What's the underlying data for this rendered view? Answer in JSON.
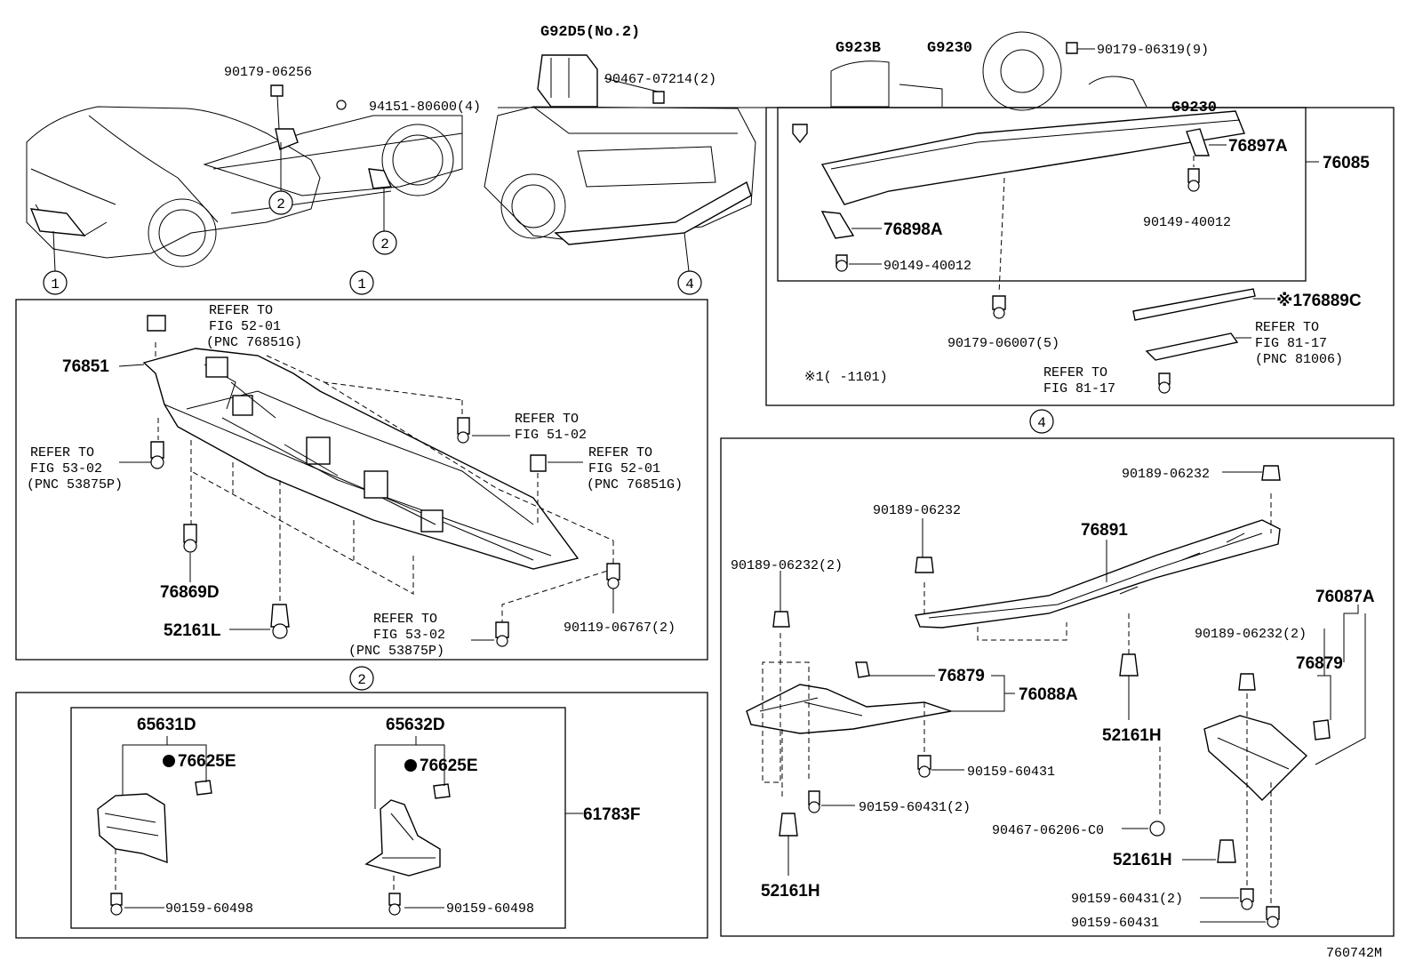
{
  "diagram_id": "760742M",
  "top_labels": {
    "g92d5": "G92D5(No.2)",
    "g923b": "G923B",
    "g9230": "G9230",
    "g9230b": "G9230",
    "p90179_06319": "90179-06319(9)",
    "p90179_06256": "90179-06256",
    "p94151": "94151-80600(4)",
    "p90467_07214": "90467-07214(2)"
  },
  "callouts": {
    "one": "1",
    "two": "2",
    "four": "4"
  },
  "panel1": {
    "p76851": "76851",
    "ref_52_01_a": [
      "REFER TO",
      "FIG 52-01",
      "(PNC 76851G)"
    ],
    "ref_53_02_a": [
      "REFER TO",
      "FIG 53-02",
      "(PNC 53875P)"
    ],
    "ref_51_02": [
      "REFER TO",
      "FIG 51-02"
    ],
    "ref_52_01_b": [
      "REFER TO",
      "FIG 52-01",
      "(PNC 76851G)"
    ],
    "p76869d": "76869D",
    "p52161l": "52161L",
    "ref_53_02_b": [
      "REFER TO",
      "FIG 53-02",
      "(PNC 53875P)"
    ],
    "p90119": "90119-06767(2)"
  },
  "panel2": {
    "p65631d": "65631D",
    "p76625e_a": "76625E",
    "p90159_a": "90159-60498",
    "p65632d": "65632D",
    "p76625e_b": "76625E",
    "p90159_b": "90159-60498",
    "p61783f": "61783F"
  },
  "panel_rear_top": {
    "p76897a": "76897A",
    "p76085": "76085",
    "p76898a": "76898A",
    "p90149_a": "90149-40012",
    "p90149_b": "90149-40012",
    "p76889c": "※176889C",
    "p90179_06007": "90179-06007(5)",
    "ref_81_17_a": [
      "REFER TO",
      "FIG 81-17",
      "(PNC 81006)"
    ],
    "ref_81_17_b": [
      "REFER TO",
      "FIG 81-17"
    ],
    "note": "※1(      -1101)"
  },
  "panel4": {
    "p90189_a": "90189-06232",
    "p90189_b": "90189-06232",
    "p90189_c": "90189-06232(2)",
    "p76891": "76891",
    "p76087a": "76087A",
    "p90189_d": "90189-06232(2)",
    "p76879_a": "76879",
    "p76879_b": "76879",
    "p76088a": "76088A",
    "p52161h_a": "52161H",
    "p90159_a": "90159-60431",
    "p90159_b": "90159-60431(2)",
    "p90467_06206": "90467-06206-C0",
    "p52161h_b": "52161H",
    "p52161h_c": "52161H",
    "p90159_c": "90159-60431(2)",
    "p90159_d": "90159-60431"
  }
}
